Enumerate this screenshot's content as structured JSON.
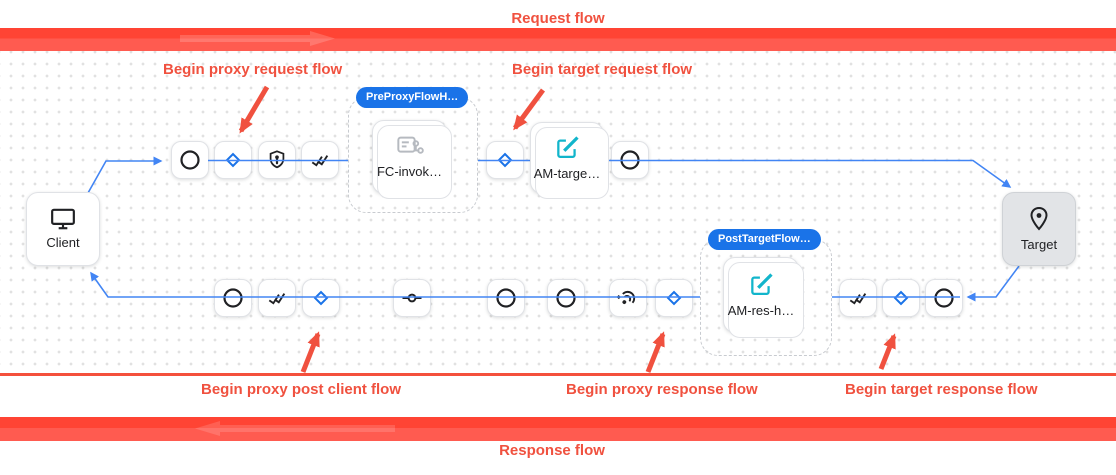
{
  "header": {
    "request_flow_label": "Request flow"
  },
  "footer": {
    "response_flow_label": "Response flow"
  },
  "annotations": {
    "proxy_request": "Begin proxy request flow",
    "target_request": "Begin target request flow",
    "post_client": "Begin proxy post client flow",
    "proxy_response": "Begin proxy response flow",
    "target_response": "Begin target response flow"
  },
  "diagram": {
    "client_label": "Client",
    "target_label": "Target",
    "groups": [
      {
        "badge": "PreProxyFlowH…",
        "policy": "FC-invok…"
      },
      {
        "badge": "PostTargetFlow…",
        "policy": "AM-res-h…"
      }
    ],
    "policies": {
      "am_target": "AM-targe…"
    },
    "request_nodes": [
      "circle",
      "diamond",
      "shield",
      "double-check",
      "diamond",
      "circle"
    ],
    "response_nodes": [
      "circle",
      "double-check",
      "diamond",
      "commit",
      "circle",
      "circle",
      "signal-waves",
      "diamond",
      "double-check",
      "diamond",
      "circle"
    ]
  },
  "colors": {
    "annotation_red": "#f0513f",
    "bar_red_top": "#ff4434",
    "bar_red_bottom": "#ff5b50",
    "connector_blue": "#4285f4",
    "badge_blue": "#1a73e8",
    "edit_icon_teal": "#12b5cb",
    "icon_black": "#202124",
    "target_fill": "#e2e4e7"
  }
}
